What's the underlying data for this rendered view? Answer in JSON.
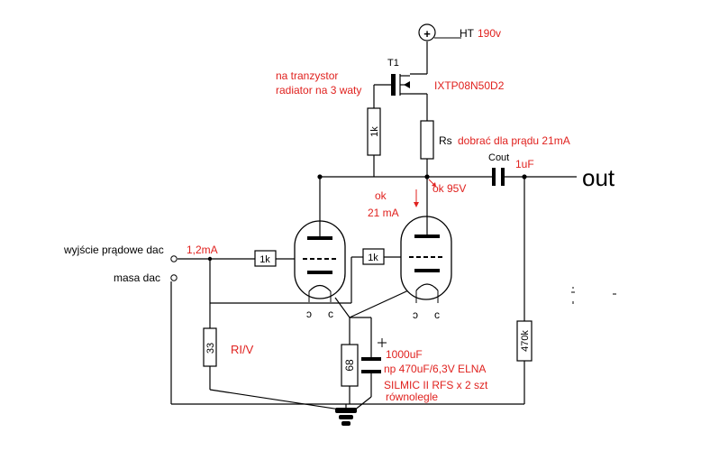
{
  "colors": {
    "ink": "#000000",
    "note": "#e0211e",
    "paper": "#ffffff"
  },
  "labels": {
    "ht": "HT",
    "ht_voltage": "190v",
    "transistor_ref": "T1",
    "transistor_part": "IXTP08N50D2",
    "transistor_note_line1": "na tranzystor",
    "transistor_note_line2": "radiator na 3 waty",
    "r_top": "1k",
    "rs": "Rs",
    "rs_note": "dobrać dla prądu 21mA",
    "cout": "Cout",
    "cout_value": "1uF",
    "out": "out",
    "ok_voltage": "ok 95V",
    "ok_current_line1": "ok",
    "ok_current_line2": "21  mA",
    "input_label": "wyjście prądowe dac",
    "input_current": "1,2mA",
    "ground_label": "masa dac",
    "r_grid1": "1k",
    "r_grid2": "1k",
    "r_load": "33",
    "r_load_note": "RI/V",
    "r_cathode": "68",
    "cap_value": "1000uF",
    "cap_note_line1": "np 470uF/6,3V ELNA",
    "cap_note_line2": "SILMIC II RFS x 2 szt",
    "cap_note_line3": "równolegle",
    "r_output": "470k",
    "symbol_plus": "+"
  }
}
